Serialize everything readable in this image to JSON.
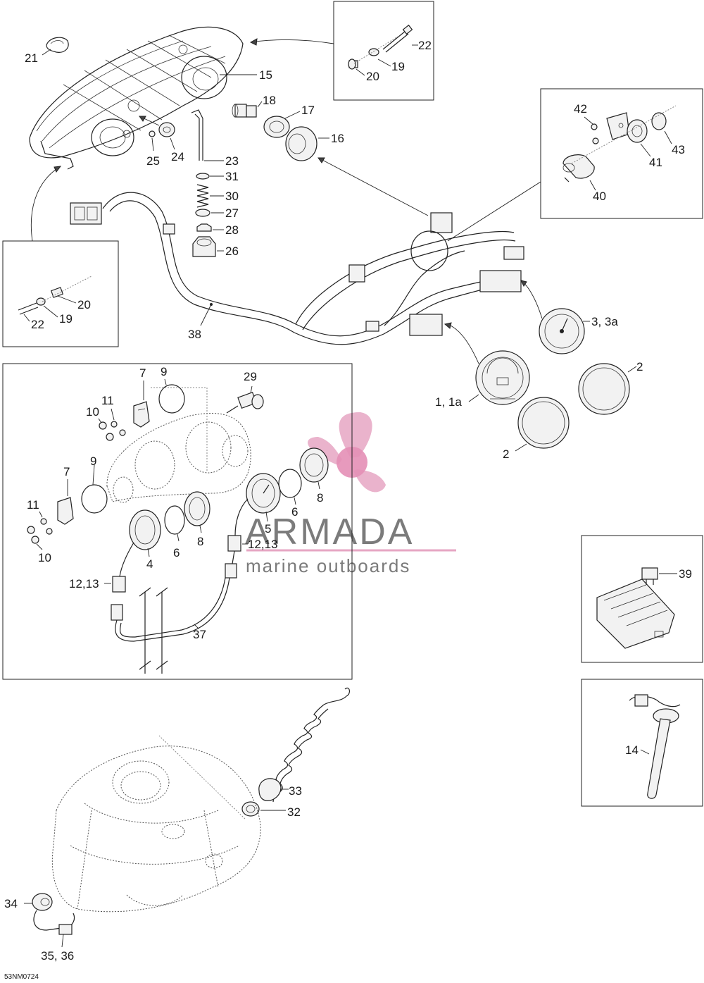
{
  "diagram_code": "53NM0724",
  "watermark": {
    "brand": "ARMADA",
    "tagline": "marine outboards",
    "color": "#e6a6c3"
  },
  "callouts": {
    "c21": "21",
    "c15": "15",
    "c22a": "22",
    "c19a": "19",
    "c20a": "20",
    "c18": "18",
    "c17": "17",
    "c16": "16",
    "c25": "25",
    "c24": "24",
    "c23": "23",
    "c31": "31",
    "c30": "30",
    "c27": "27",
    "c28": "28",
    "c26": "26",
    "c42": "42",
    "c43": "43",
    "c41": "41",
    "c40": "40",
    "c20b": "20",
    "c19b": "19",
    "c22b": "22",
    "c38": "38",
    "c3": "3, 3a",
    "c2a": "2",
    "c1": "1, 1a",
    "c2b": "2",
    "c7a": "7",
    "c9a": "9",
    "c29": "29",
    "c11a": "11",
    "c10a": "10",
    "c7b": "7",
    "c9b": "9",
    "c11b": "11",
    "c10b": "10",
    "c5": "5",
    "c6a": "6",
    "c8a": "8",
    "c12a": "12,13",
    "c6b": "6",
    "c8b": "8",
    "c4": "4",
    "c12b": "12,13",
    "c37": "37",
    "c39": "39",
    "c14": "14",
    "c33": "33",
    "c32": "32",
    "c34": "34",
    "c35": "35, 36"
  }
}
